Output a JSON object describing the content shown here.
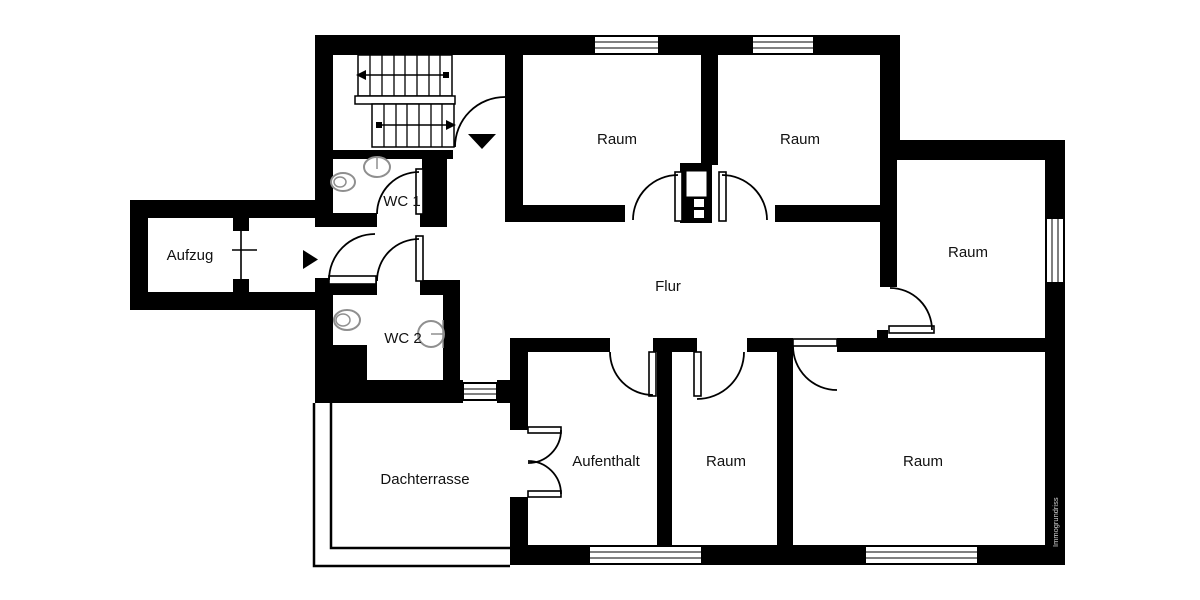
{
  "plan": {
    "type": "floor-plan",
    "watermark": "Immogrundriss",
    "colors": {
      "wall": "#000000",
      "background": "#ffffff",
      "fixture_outline": "#8f8f8f",
      "watermark_text": "#d4d4d4"
    },
    "labels": {
      "aufzug": "Aufzug",
      "wc1": "WC 1",
      "wc2": "WC 2",
      "flur": "Flur",
      "raum_top_left": "Raum",
      "raum_top_right": "Raum",
      "raum_right": "Raum",
      "dachterrasse": "Dachterrasse",
      "aufenthalt": "Aufenthalt",
      "raum_bottom_middle": "Raum",
      "raum_bottom_right": "Raum"
    },
    "icons": [
      "stairs",
      "stair-direction-arrow-up",
      "stair-direction-arrow-down",
      "toilet-icon",
      "sink-icon",
      "door-swing",
      "double-door-swing",
      "window",
      "elevator-door",
      "entrance-arrow-icon"
    ]
  }
}
